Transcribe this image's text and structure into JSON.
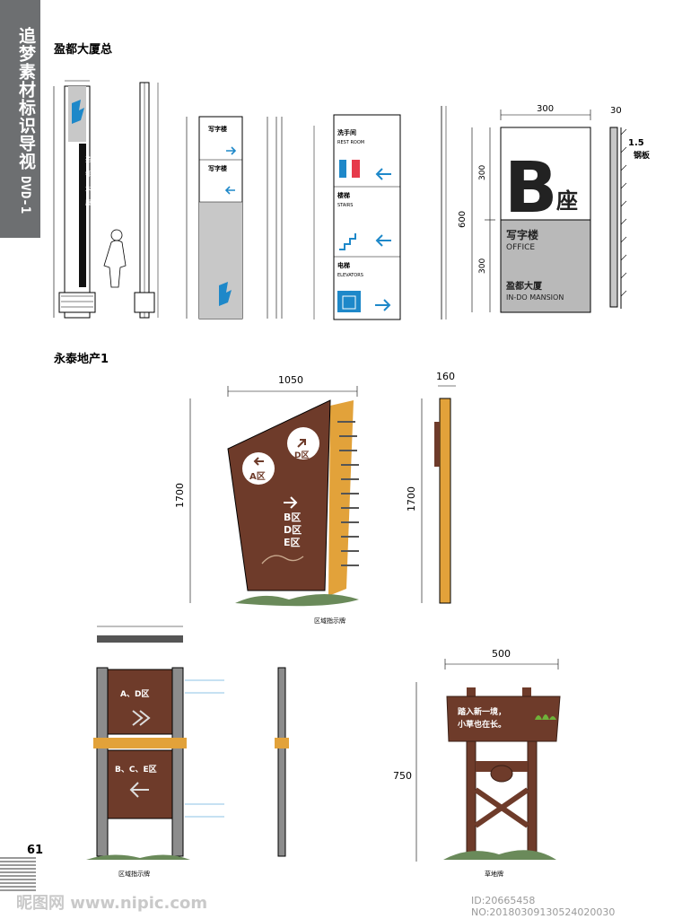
{
  "sidebar": {
    "title": "追梦素材标识导视",
    "dvd": "DVD-1"
  },
  "section1": {
    "title": "盈都大厦总",
    "pillar": {
      "line_labels": [
        "盈",
        "都",
        "大",
        "厦"
      ]
    },
    "floor_sign": {
      "row1": "写字楼",
      "row2": "写字楼"
    },
    "directory": {
      "row1_cn": "洗手间",
      "row1_en": "REST ROOM",
      "row2_cn": "楼梯",
      "row2_en": "STAIRS",
      "row3_cn": "电梯",
      "row3_en": "ELEVATORS"
    },
    "block_sign": {
      "dim_width": "300",
      "dim_height": "600",
      "dim_top": "300",
      "dim_bottom": "300",
      "dim_side": "30",
      "dim_thick": "1.5",
      "side_note": "钢板",
      "letter": "B",
      "letter_suffix": "座",
      "office_cn": "写字楼",
      "office_en": "OFFICE",
      "mansion_cn": "盈都大厦",
      "mansion_en": "IN-DO MANSION"
    }
  },
  "section2": {
    "title": "永泰地产1",
    "main_sign": {
      "dim_width": "1050",
      "dim_height": "1700",
      "zone_a": "A区",
      "zone_d": "D区",
      "zones_right": [
        "B区",
        "D区",
        "E区"
      ],
      "caption": "区域指示牌"
    },
    "side_view": {
      "dim_width": "160",
      "dim_height": "1700"
    },
    "post_sign": {
      "upper": "A、D区",
      "lower": "B、C、E区",
      "caption": "区域指示牌"
    },
    "wood_sign": {
      "dim_width": "500",
      "dim_height": "750",
      "line1": "踏入新一境，",
      "line2": "小草也在长。",
      "caption": "草地牌"
    }
  },
  "footer": {
    "page_number": "61",
    "watermark_left": "昵图网 www.nipic.com",
    "watermark_right": "ID:20665458 NO:20180309130524020030"
  },
  "colors": {
    "sidebar": "#6d6f71",
    "blue": "#1e88c9",
    "red": "#e63a4b",
    "brown": "#6e3b2a",
    "orange": "#e2a23a",
    "grey": "#b9b9b9"
  }
}
